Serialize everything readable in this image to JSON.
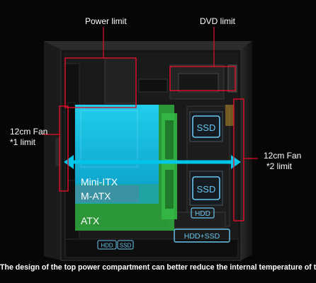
{
  "callouts": {
    "power_limit": "Power limit",
    "dvd_limit": "DVD limit",
    "fan_left_line1": "12cm Fan",
    "fan_left_line2": "*1 limit",
    "fan_right_line1": "12cm Fan",
    "fan_right_line2": "*2 limit"
  },
  "board_sizes": [
    "Mini-ITX",
    "M-ATX",
    "ATX"
  ],
  "drive_labels": {
    "ssd_upper": "SSD",
    "ssd_lower": "SSD",
    "hdd": "HDD",
    "hdd_ssd": "HDD+SSD",
    "bottom_hdd": "HDD",
    "bottom_ssd": "SSD"
  },
  "caption": "The design of the top power compartment can better reduce the internal temperature of the chassis.",
  "colors": {
    "background": "#060606",
    "callout_red": "#e0102a",
    "cyan": "#00c6ea",
    "green": "#2fae3f",
    "drive_blue": "#69c6f0"
  }
}
